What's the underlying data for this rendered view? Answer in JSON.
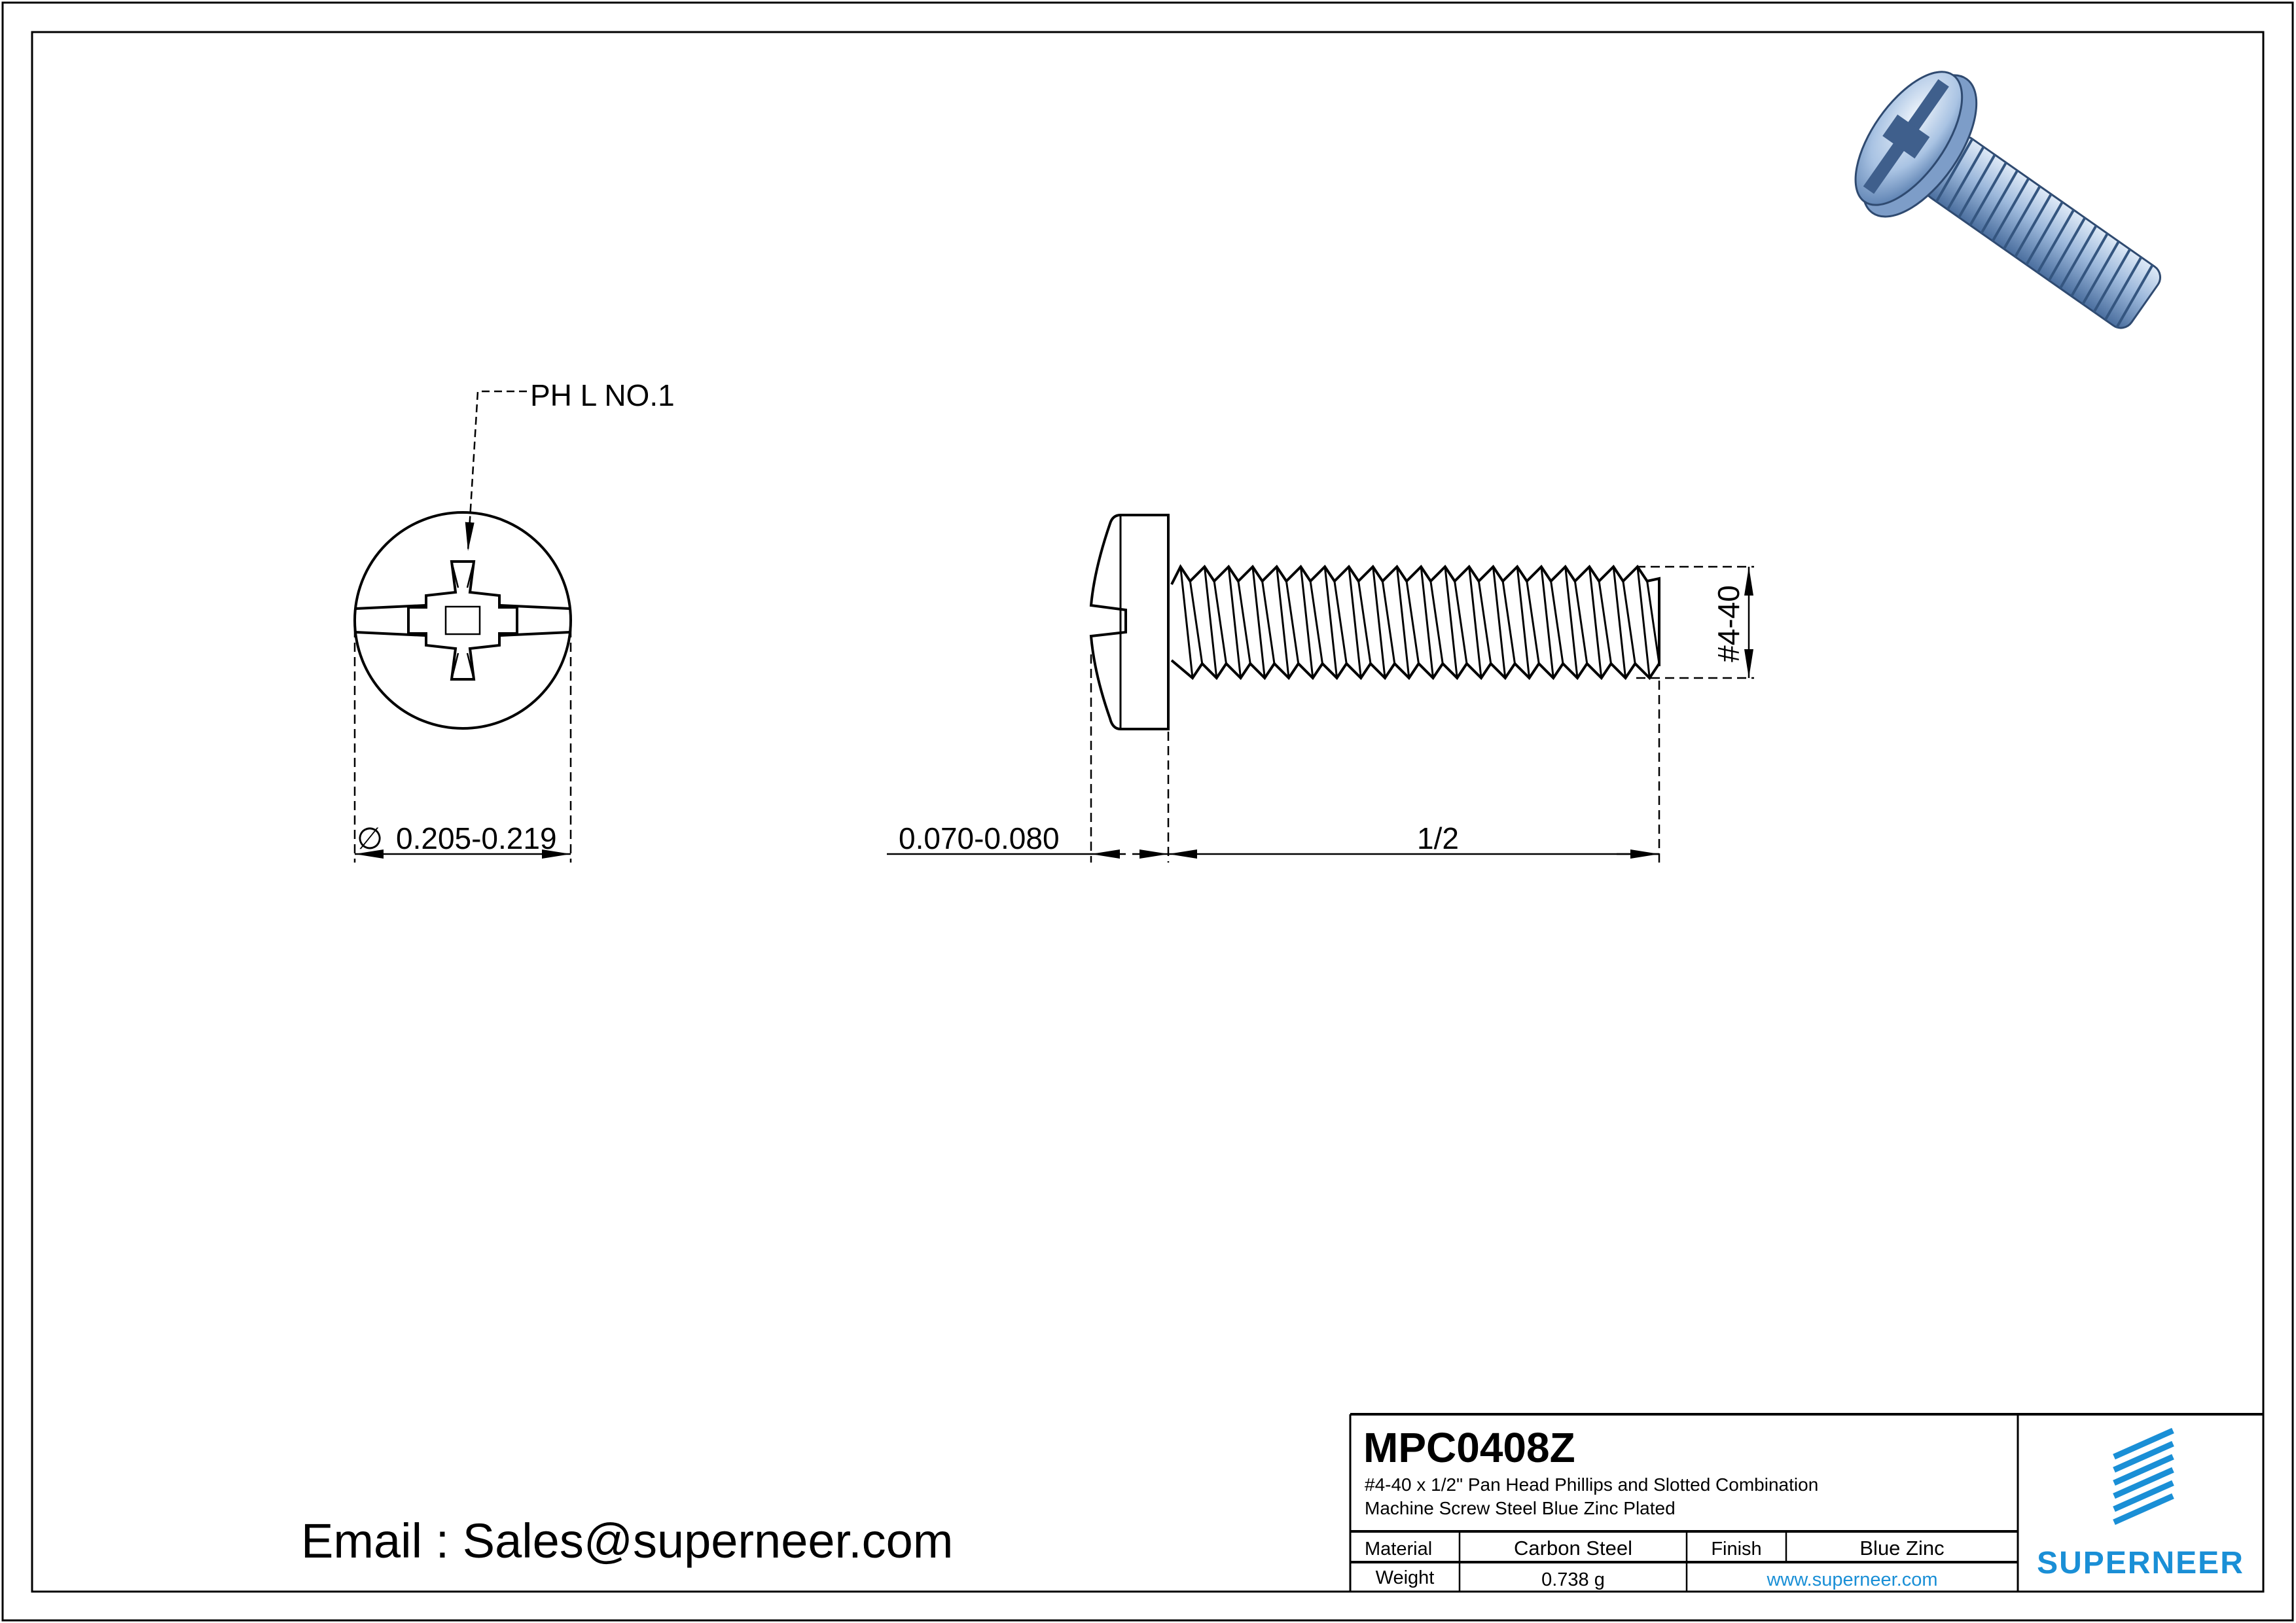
{
  "drawing": {
    "callout_driver": "PH L NO.1",
    "dim_head_diameter": "0.205-0.219",
    "diameter_symbol": "∅",
    "dim_head_height": "0.070-0.080",
    "dim_length": "1/2",
    "dim_thread": "#4-40"
  },
  "email": "Email : Sales@superneer.com",
  "title_block": {
    "part_number": "MPC0408Z",
    "description_line1": "#4-40 x 1/2\" Pan Head Phillips and Slotted Combination",
    "description_line2": "Machine Screw Steel Blue Zinc Plated",
    "material_label": "Material",
    "material_value": "Carbon Steel",
    "finish_label": "Finish",
    "finish_value": "Blue Zinc",
    "weight_label": "Weight",
    "weight_value": "0.738 g",
    "website": "www.superneer.com",
    "brand": "SUPERNEER",
    "brand_color": "#1a8fd6"
  }
}
